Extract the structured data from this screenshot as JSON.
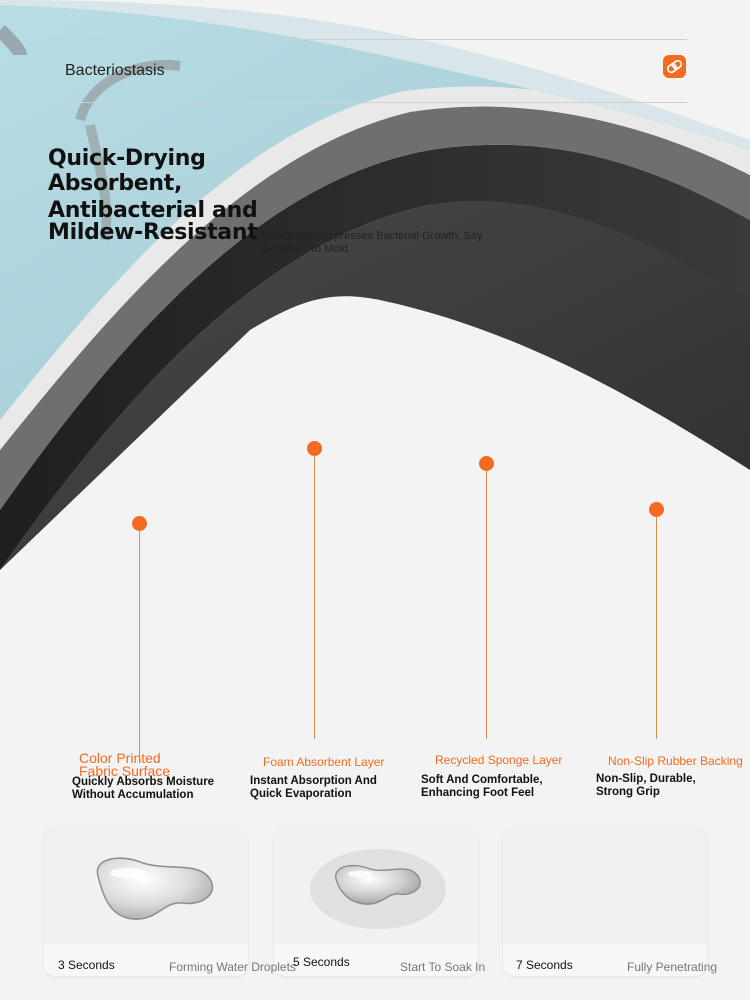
{
  "header": {
    "label": "Bacteriostasis",
    "icon": "bandage-icon"
  },
  "hero": {
    "headline_lines": [
      "Quick-Drying",
      "Absorbent,",
      "Antibacterial and",
      "Mildew-Resistant"
    ],
    "subline": "Effectively Suppresses Bacterial Growth, Say Goodbye To Mold."
  },
  "layers": [
    {
      "title": "Color Printed Fabric Surface",
      "desc": "Quickly Absorbs Moisture Without Accumulation"
    },
    {
      "title": "Foam Absorbent Layer",
      "desc": "Instant Absorption And Quick Evaporation"
    },
    {
      "title": "Recycled Sponge Layer",
      "desc": "Soft And Comfortable, Enhancing Foot Feel"
    },
    {
      "title": "Non-Slip Rubber Backing",
      "desc": "Non-Slip, Durable, Strong Grip"
    }
  ],
  "tests": [
    {
      "time": "3 Seconds",
      "state": "Forming Water Droplets"
    },
    {
      "time": "5 Seconds",
      "state": "Start To Soak In"
    },
    {
      "time": "7 Seconds",
      "state": "Fully Penetrating"
    }
  ],
  "colors": {
    "accent": "#f26b21",
    "fabric": "#a9d5de",
    "foam": "#2b2b2b"
  }
}
